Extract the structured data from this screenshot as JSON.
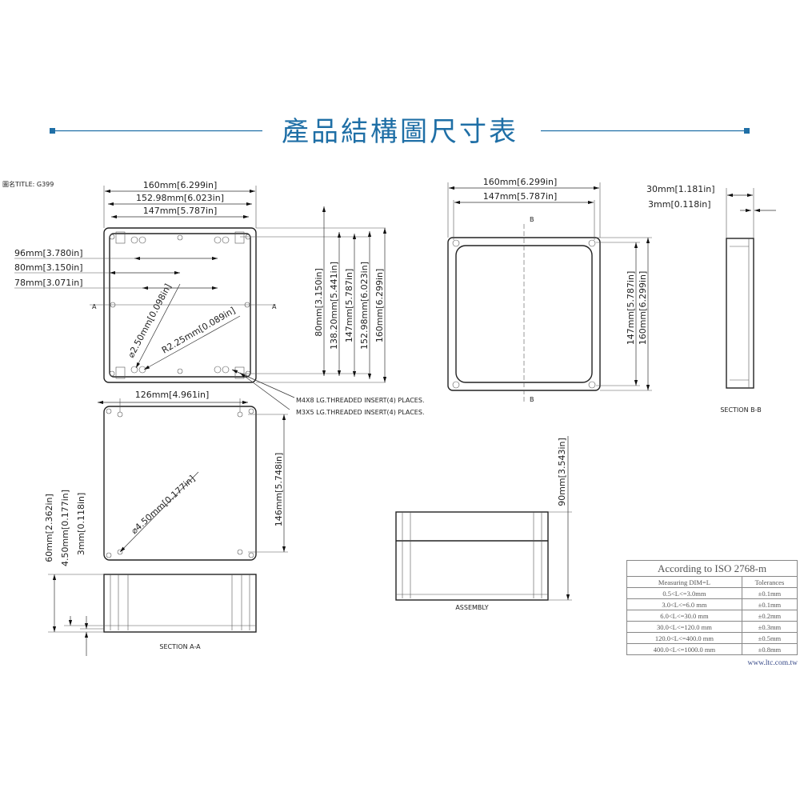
{
  "header": {
    "title": "產品結構圖尺寸表",
    "accent": "#1f6fa6"
  },
  "drawing_title": "圖名TITLE: G399",
  "top_view": {
    "width_outer": {
      "mm": "160mm",
      "in": "6.299in"
    },
    "width_mid": {
      "mm": "152.98mm",
      "in": "6.023in"
    },
    "width_inner": {
      "mm": "147mm",
      "in": "5.787in"
    },
    "h96": {
      "mm": "96mm",
      "in": "3.780in"
    },
    "h80": {
      "mm": "80mm",
      "in": "3.150in"
    },
    "h78": {
      "mm": "78mm",
      "in": "3.071in"
    },
    "hole": {
      "mm": "⌀2.50mm",
      "in": "0.098in"
    },
    "radius": {
      "mm": "R2.25mm",
      "in": "0.089in"
    },
    "v80": {
      "mm": "80mm",
      "in": "3.150in"
    },
    "v138": {
      "mm": "138.20mm",
      "in": "5.441in"
    },
    "v147": {
      "mm": "147mm",
      "in": "5.787in"
    },
    "v152": {
      "mm": "152.98mm",
      "in": "6.023in"
    },
    "v160": {
      "mm": "160mm",
      "in": "6.299in"
    },
    "section_mark": "A",
    "note1": "M4X8 LG.THREADED INSERT(4) PLACES.",
    "note2": "M3X5 LG.THREADED INSERT(4) PLACES."
  },
  "bottom_view": {
    "w126": {
      "mm": "126mm",
      "in": "4.961in"
    },
    "v146": {
      "mm": "146mm",
      "in": "5.748in"
    },
    "hole": {
      "mm": "⌀4.50mm",
      "in": "0.177in"
    }
  },
  "section_aa": {
    "label": "SECTION A-A",
    "v60": {
      "mm": "60mm",
      "in": "2.362in"
    },
    "v450": {
      "mm": "4.50mm",
      "in": "0.177in"
    },
    "v3": {
      "mm": "3mm",
      "in": "0.118in"
    }
  },
  "right_view": {
    "w160": {
      "mm": "160mm",
      "in": "6.299in"
    },
    "w147": {
      "mm": "147mm",
      "in": "5.787in"
    },
    "v147": {
      "mm": "147mm",
      "in": "5.787in"
    },
    "v160": {
      "mm": "160mm",
      "in": "6.299in"
    },
    "section_mark": "B"
  },
  "section_bb": {
    "label": "SECTION B-B",
    "w30": {
      "mm": "30mm",
      "in": "1.181in"
    },
    "w3": {
      "mm": "3mm",
      "in": "0.118in"
    }
  },
  "assembly": {
    "label": "ASSEMBLY",
    "v90": {
      "mm": "90mm",
      "in": "3.543in"
    }
  },
  "tolerance_table": {
    "title": "According to ISO 2768-m",
    "headers": [
      "Measuring  DIM=L",
      "Tolerances"
    ],
    "rows": [
      [
        "0.5<L<=3.0mm",
        "±0.1mm"
      ],
      [
        "3.0<L<=6.0 mm",
        "±0.1mm"
      ],
      [
        "6.0<L<=30.0 mm",
        "±0.2mm"
      ],
      [
        "30.0<L<=120.0 mm",
        "±0.3mm"
      ],
      [
        "120.0<L<=400.0 mm",
        "±0.5mm"
      ],
      [
        "400.0<L<=1000.0 mm",
        "±0.8mm"
      ]
    ],
    "url": "www.ltc.com.tw"
  }
}
